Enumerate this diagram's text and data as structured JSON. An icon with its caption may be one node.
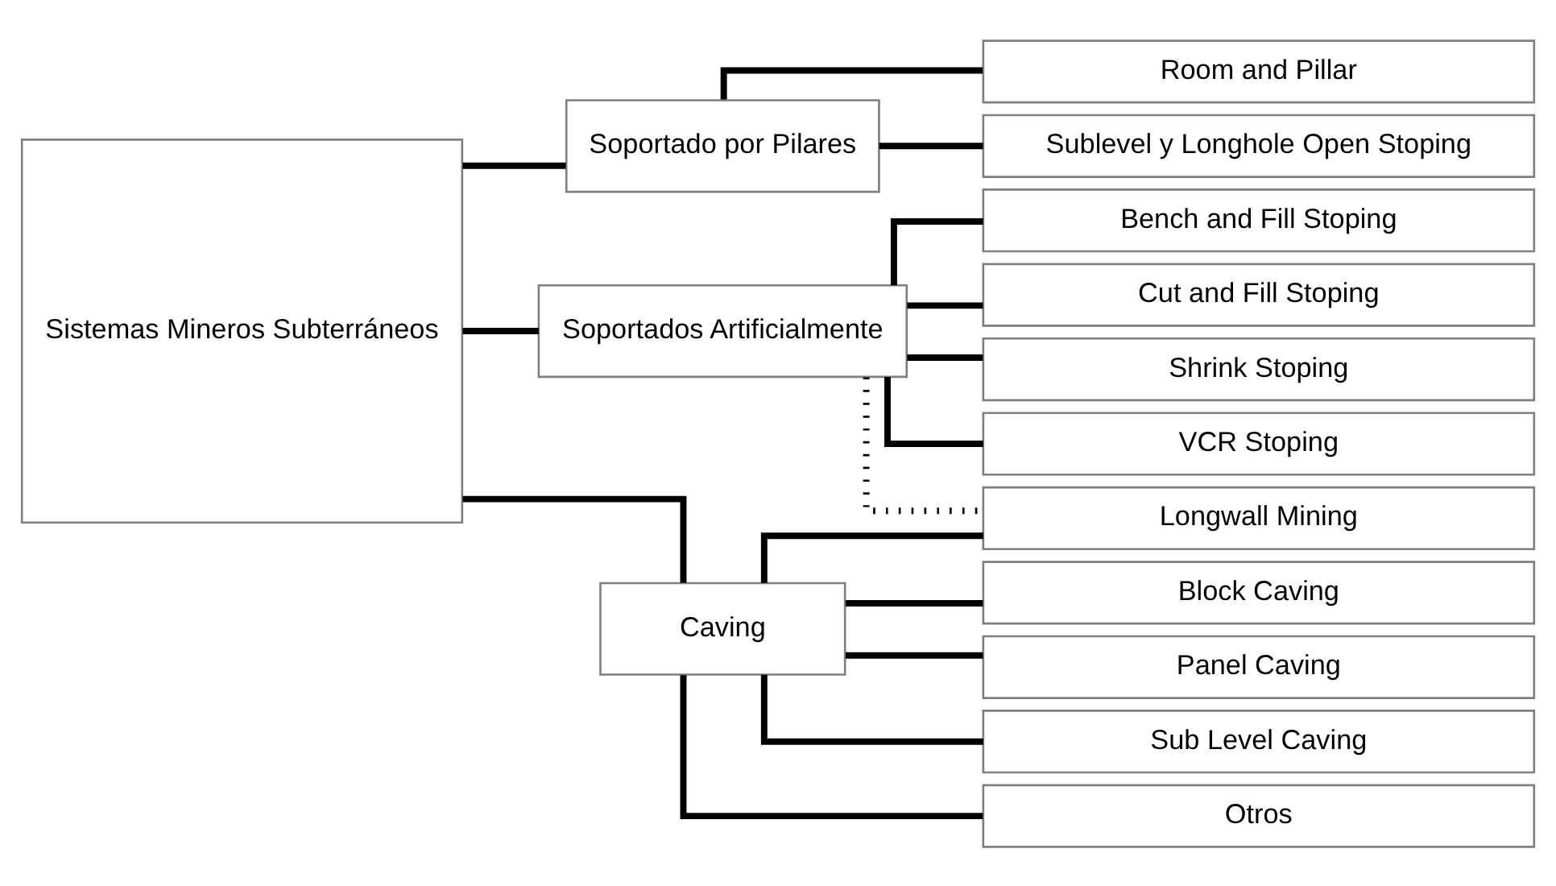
{
  "diagram": {
    "nodes": [
      {
        "text": [
          "Sistemas Mineros Subterráneos"
        ]
      },
      {
        "text": [
          "Soportado por Pilares"
        ]
      },
      {
        "text": [
          "Soportados Artificialmente"
        ]
      },
      {
        "text": [
          "Caving"
        ]
      },
      {
        "text": [
          "Room and Pillar"
        ]
      },
      {
        "text": [
          "Sublevel y Longhole Open Stoping"
        ]
      },
      {
        "text": [
          "Bench and Fill Stoping"
        ]
      },
      {
        "text": [
          "Cut and Fill Stoping"
        ]
      },
      {
        "text": [
          "Shrink Stoping"
        ]
      },
      {
        "text": [
          "VCR Stoping"
        ]
      },
      {
        "text": [
          "Longwall Mining"
        ]
      },
      {
        "text": [
          "Block Caving"
        ]
      },
      {
        "text": [
          "Panel Caving"
        ]
      },
      {
        "text": [
          "Sub Level Caving"
        ]
      },
      {
        "text": [
          "Otros"
        ]
      }
    ],
    "edges": [
      {
        "from": 0,
        "to": 1,
        "arrow": "none"
      },
      {
        "from": 0,
        "to": 2,
        "arrow": "none"
      },
      {
        "from": 0,
        "to": 3,
        "arrow": "none"
      },
      {
        "from": 1,
        "to": 4,
        "arrow": "none"
      },
      {
        "from": 1,
        "to": 5,
        "arrow": "none"
      },
      {
        "from": 2,
        "to": 6,
        "arrow": "none"
      },
      {
        "from": 2,
        "to": 7,
        "arrow": "none"
      },
      {
        "from": 2,
        "to": 8,
        "arrow": "none"
      },
      {
        "from": 2,
        "to": 9,
        "arrow": "none"
      },
      {
        "from": 3,
        "to": 10,
        "arrow": "none"
      },
      {
        "from": 3,
        "to": 11,
        "arrow": "none"
      },
      {
        "from": 3,
        "to": 12,
        "arrow": "none"
      },
      {
        "from": 3,
        "to": 13,
        "arrow": "none"
      },
      {
        "from": 3,
        "to": 14,
        "arrow": "none"
      },
      {
        "from": 2,
        "to": 10,
        "arrow": "none",
        "style": "dashed"
      }
    ]
  }
}
